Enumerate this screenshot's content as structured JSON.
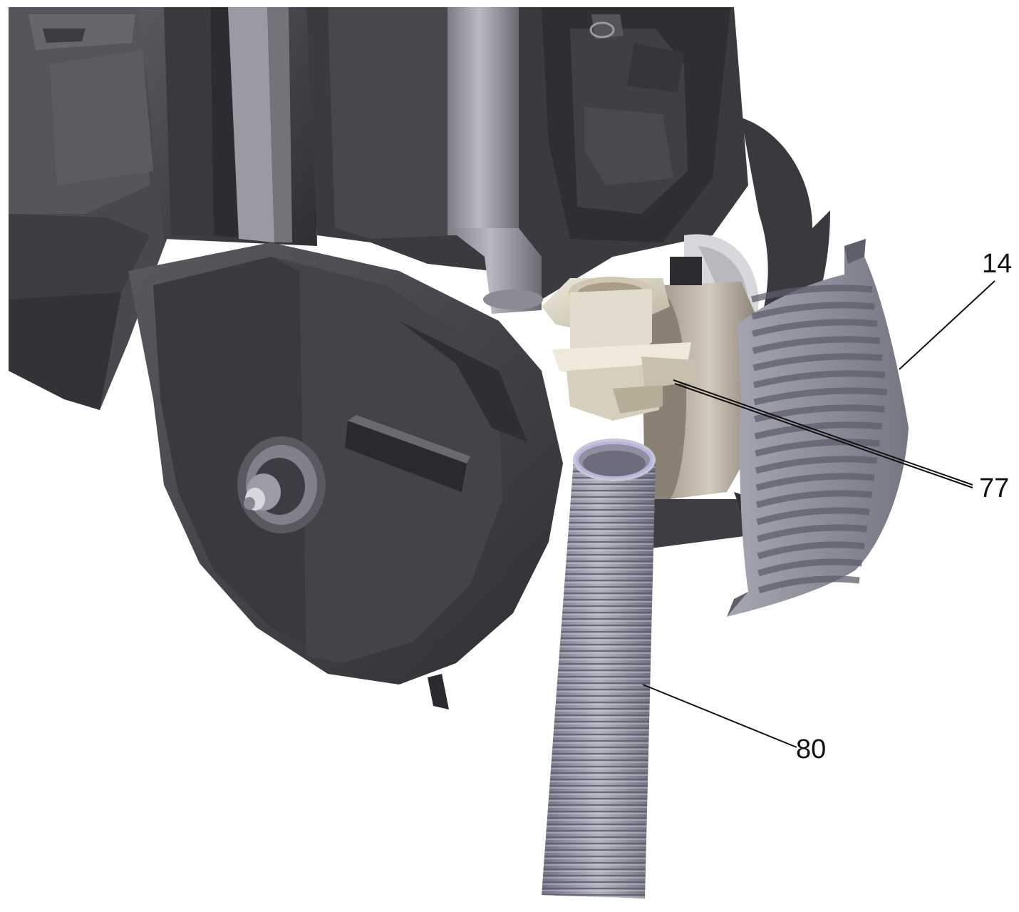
{
  "figure": {
    "callouts": [
      {
        "id": "c14",
        "label": "14"
      },
      {
        "id": "c77",
        "label": "77"
      },
      {
        "id": "c80",
        "label": "80"
      }
    ]
  },
  "colors": {
    "background": "#ffffff",
    "housing_dark": "#3f3e44",
    "housing_mid": "#55545b",
    "housing_light": "#6e6d74",
    "frame_light": "#9b9ba3",
    "bracket_beige": "#d8d1bf",
    "hose_gray": "#8a8b99",
    "grille_gray": "#8e8f9b",
    "motor_tan": "#bdb3a6"
  }
}
